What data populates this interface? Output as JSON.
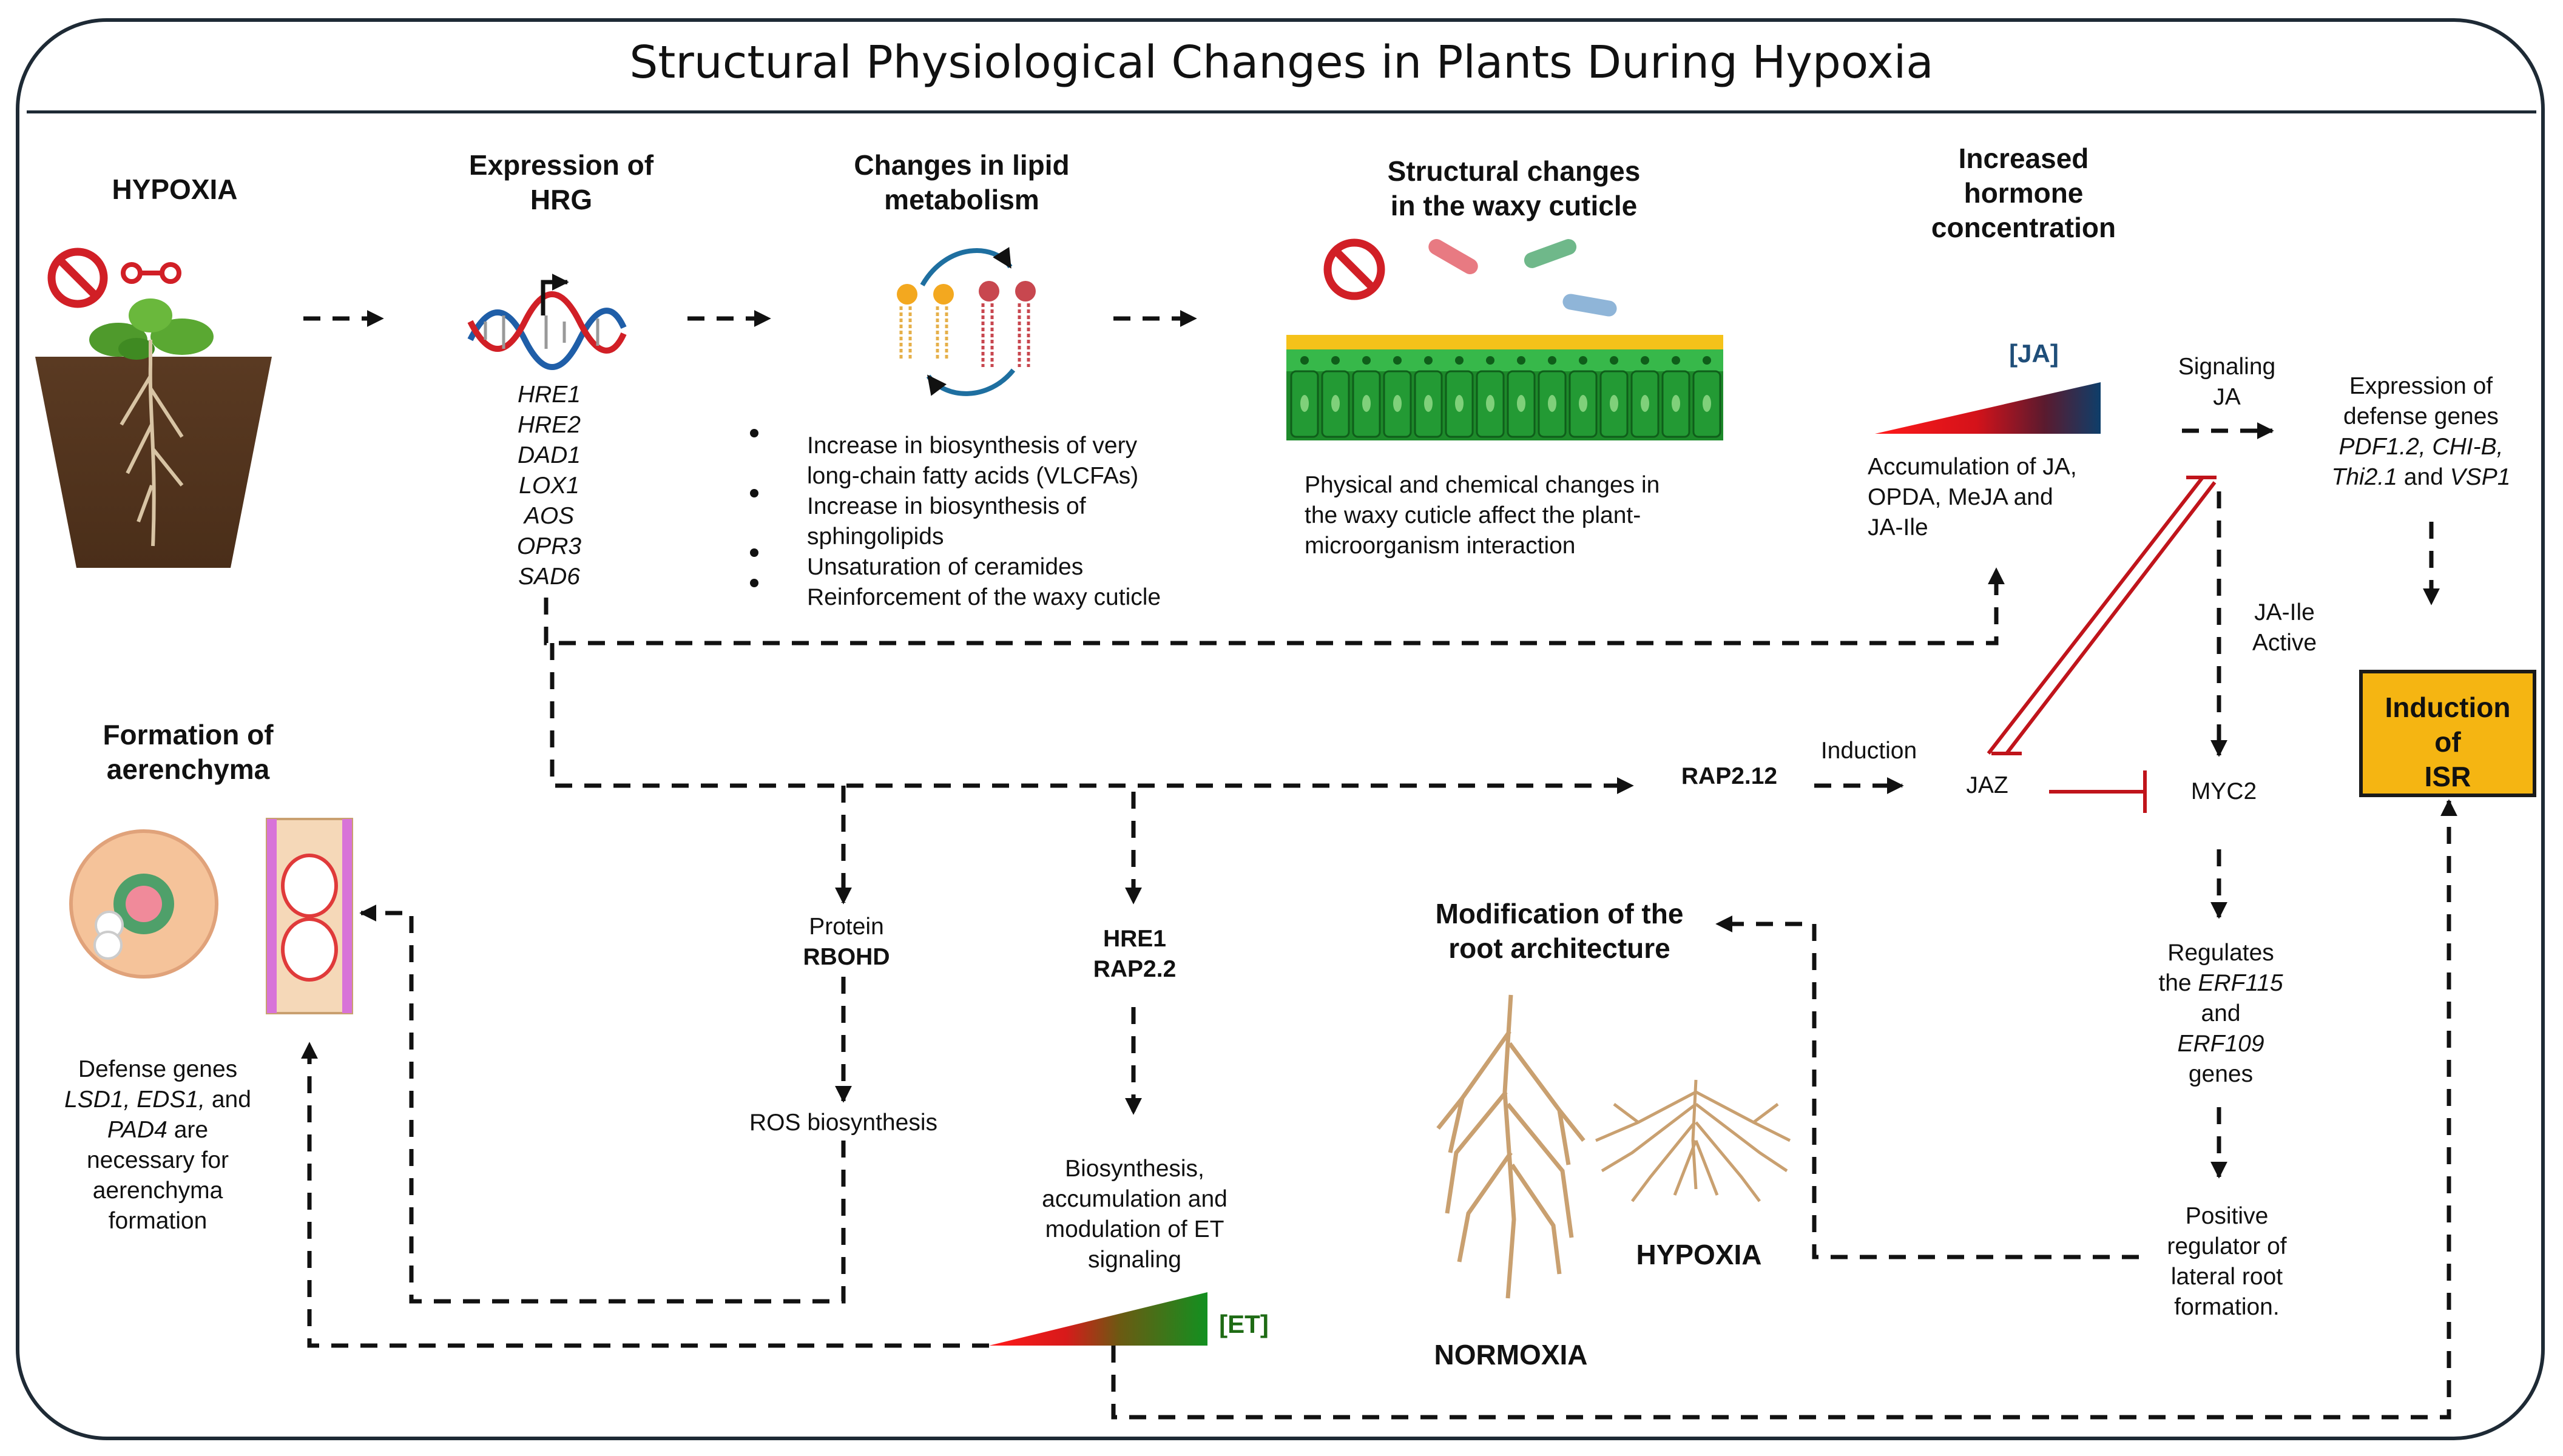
{
  "title": "Structural Physiological Changes in Plants During Hypoxia",
  "hypoxia": "HYPOXIA",
  "hrg": {
    "heading": [
      "Expression of",
      "HRG"
    ],
    "genes": [
      "HRE1",
      "HRE2",
      "DAD1",
      "LOX1",
      "AOS",
      "OPR3",
      "SAD6"
    ]
  },
  "lipid": {
    "heading": [
      "Changes in lipid",
      "metabolism"
    ],
    "bullets": [
      [
        "Increase in biosynthesis of very",
        "long-chain fatty  acids (VLCFAs)"
      ],
      [
        "Increase in biosynthesis of",
        "sphingolipids"
      ],
      [
        "Unsaturation of ceramides"
      ],
      [
        "Reinforcement of the waxy  cuticle"
      ]
    ]
  },
  "cuticle": {
    "heading": [
      "Structural changes",
      "in the waxy cuticle"
    ],
    "text": [
      "Physical and chemical changes in",
      "the waxy cuticle affect the plant-",
      "microorganism interaction"
    ]
  },
  "hormone": {
    "heading": [
      "Increased",
      "hormone",
      "concentration"
    ],
    "ja_label": "[JA]",
    "text": [
      "Accumulation of JA,",
      "OPDA, MeJA and",
      "JA-Ile"
    ]
  },
  "signaling_ja": [
    "Signaling",
    "JA"
  ],
  "defense_expression": {
    "line1": "Expression of",
    "line2": "defense genes",
    "line3": "PDF1.2, CHI-B,",
    "line4a": "Thi2.1",
    "line4b": " and ",
    "line4c": "VSP1"
  },
  "ja_ile_active": [
    "JA-Ile",
    "Active"
  ],
  "isr": [
    "Induction",
    "of",
    "ISR"
  ],
  "aerenchyma": {
    "heading": [
      "Formation of",
      "aerenchyma"
    ],
    "line1": "Defense genes",
    "line2a": "LSD1, EDS1,",
    "line2b": " and",
    "line3a": "PAD4",
    "line3b": " are",
    "line4": "necessary for",
    "line5": "aerenchyma",
    "line6": "formation"
  },
  "induction": "Induction",
  "rap212": "RAP2.12",
  "jaz": "JAZ",
  "myc2": "MYC2",
  "rbohd": [
    "Protein",
    "RBOHD"
  ],
  "ros": "ROS biosynthesis",
  "hre1_rap22": [
    "HRE1",
    "RAP2.2"
  ],
  "et": {
    "text": [
      "Biosynthesis,",
      "accumulation and",
      "modulation of ET",
      "signaling"
    ],
    "label": "[ET]"
  },
  "root_arch": {
    "heading": [
      "Modification of the",
      "root architecture"
    ],
    "hypoxia": "HYPOXIA",
    "normoxia": "NORMOXIA"
  },
  "erf": {
    "line1": "Regulates",
    "line2a": "the ",
    "line2b": "ERF115",
    "line3": "and",
    "line4": "ERF109",
    "line5": "genes"
  },
  "lateral_root": [
    "Positive",
    "regulator of",
    "lateral root",
    "formation."
  ],
  "colors": {
    "frame": "#1e2a35",
    "isr_fill": "#f5b512",
    "inhibition": "#c0141b",
    "ja_label": "#1f4e79",
    "et_label": "#1e6b14"
  }
}
